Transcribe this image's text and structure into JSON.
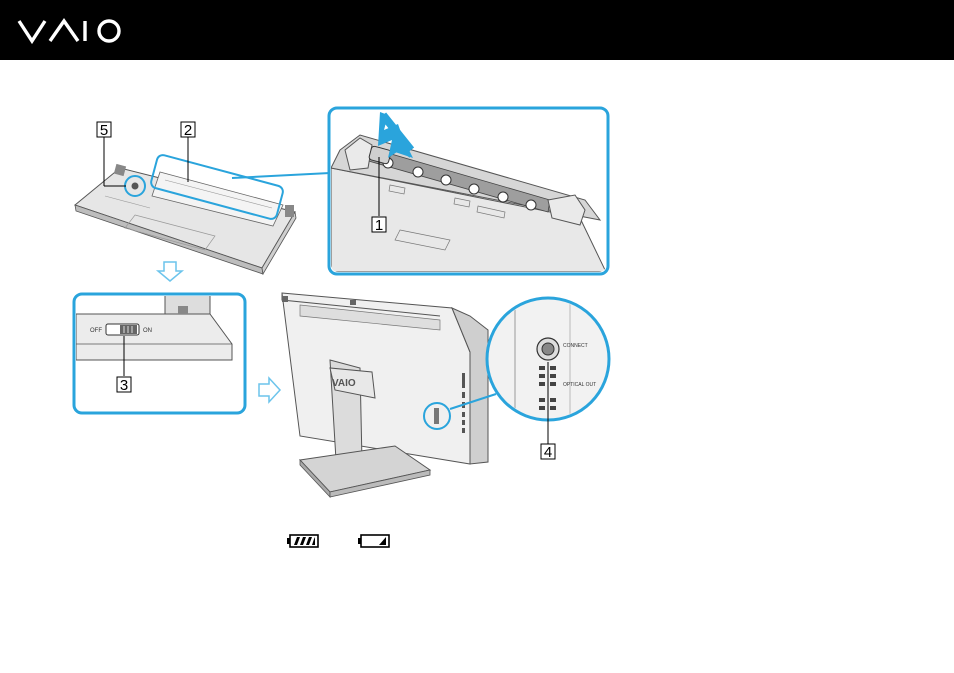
{
  "brand": "VAIO",
  "callouts": {
    "c1": "1",
    "c2": "2",
    "c3": "3",
    "c4": "4",
    "c5": "5"
  },
  "switch": {
    "off_label": "OFF",
    "on_label": "ON"
  },
  "ports": {
    "connect_label": "CONNECT",
    "optical_label": "OPTICAL OUT"
  },
  "icons": {
    "logo": "vaio-logo",
    "arrow_down": "arrow-down-icon",
    "arrow_right": "arrow-right-icon",
    "battery_full": "battery-full-icon",
    "battery_low": "battery-low-icon"
  },
  "colors": {
    "header": "#000000",
    "highlight": "#2aa4dc",
    "arrow": "#6cc4ec"
  },
  "battery": {
    "full_level": 1.0,
    "low_level": 0.35
  }
}
